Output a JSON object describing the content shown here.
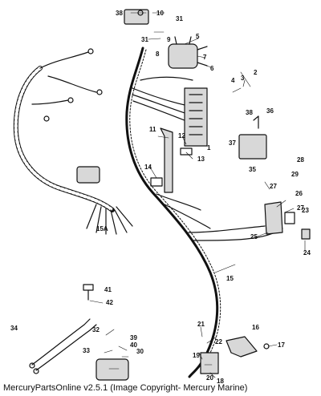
{
  "colors": {
    "ink": "#111111",
    "paper": "#ffffff",
    "fill": "#d8d8d8"
  },
  "callouts": {
    "c1": "1",
    "c2": "2",
    "c3": "3",
    "c4": "4",
    "c5": "5",
    "c6": "6",
    "c7": "7",
    "c8": "8",
    "c9": "9",
    "c10": "10",
    "c11": "11",
    "c12": "12",
    "c13": "13",
    "c14": "14",
    "c15": "15",
    "c15a": "15A",
    "c16": "16",
    "c17": "17",
    "c18": "18",
    "c19": "19",
    "c20": "20",
    "c21": "21",
    "c22": "22",
    "c23": "23",
    "c24": "24",
    "c25": "25",
    "c26": "26",
    "c27a": "27",
    "c27b": "27",
    "c28": "28",
    "c29": "29",
    "c30": "30",
    "c31a": "31",
    "c31b": "31",
    "c32": "32",
    "c33": "33",
    "c34": "34",
    "c35": "35",
    "c36": "36",
    "c37": "37",
    "c38a": "38",
    "c38b": "38",
    "c39": "39",
    "c40": "40",
    "c41": "41",
    "c42": "42"
  },
  "footer": {
    "text": "MercuryPartsOnline v2.5.1 (Image Copyright- Mercury Marine)"
  }
}
